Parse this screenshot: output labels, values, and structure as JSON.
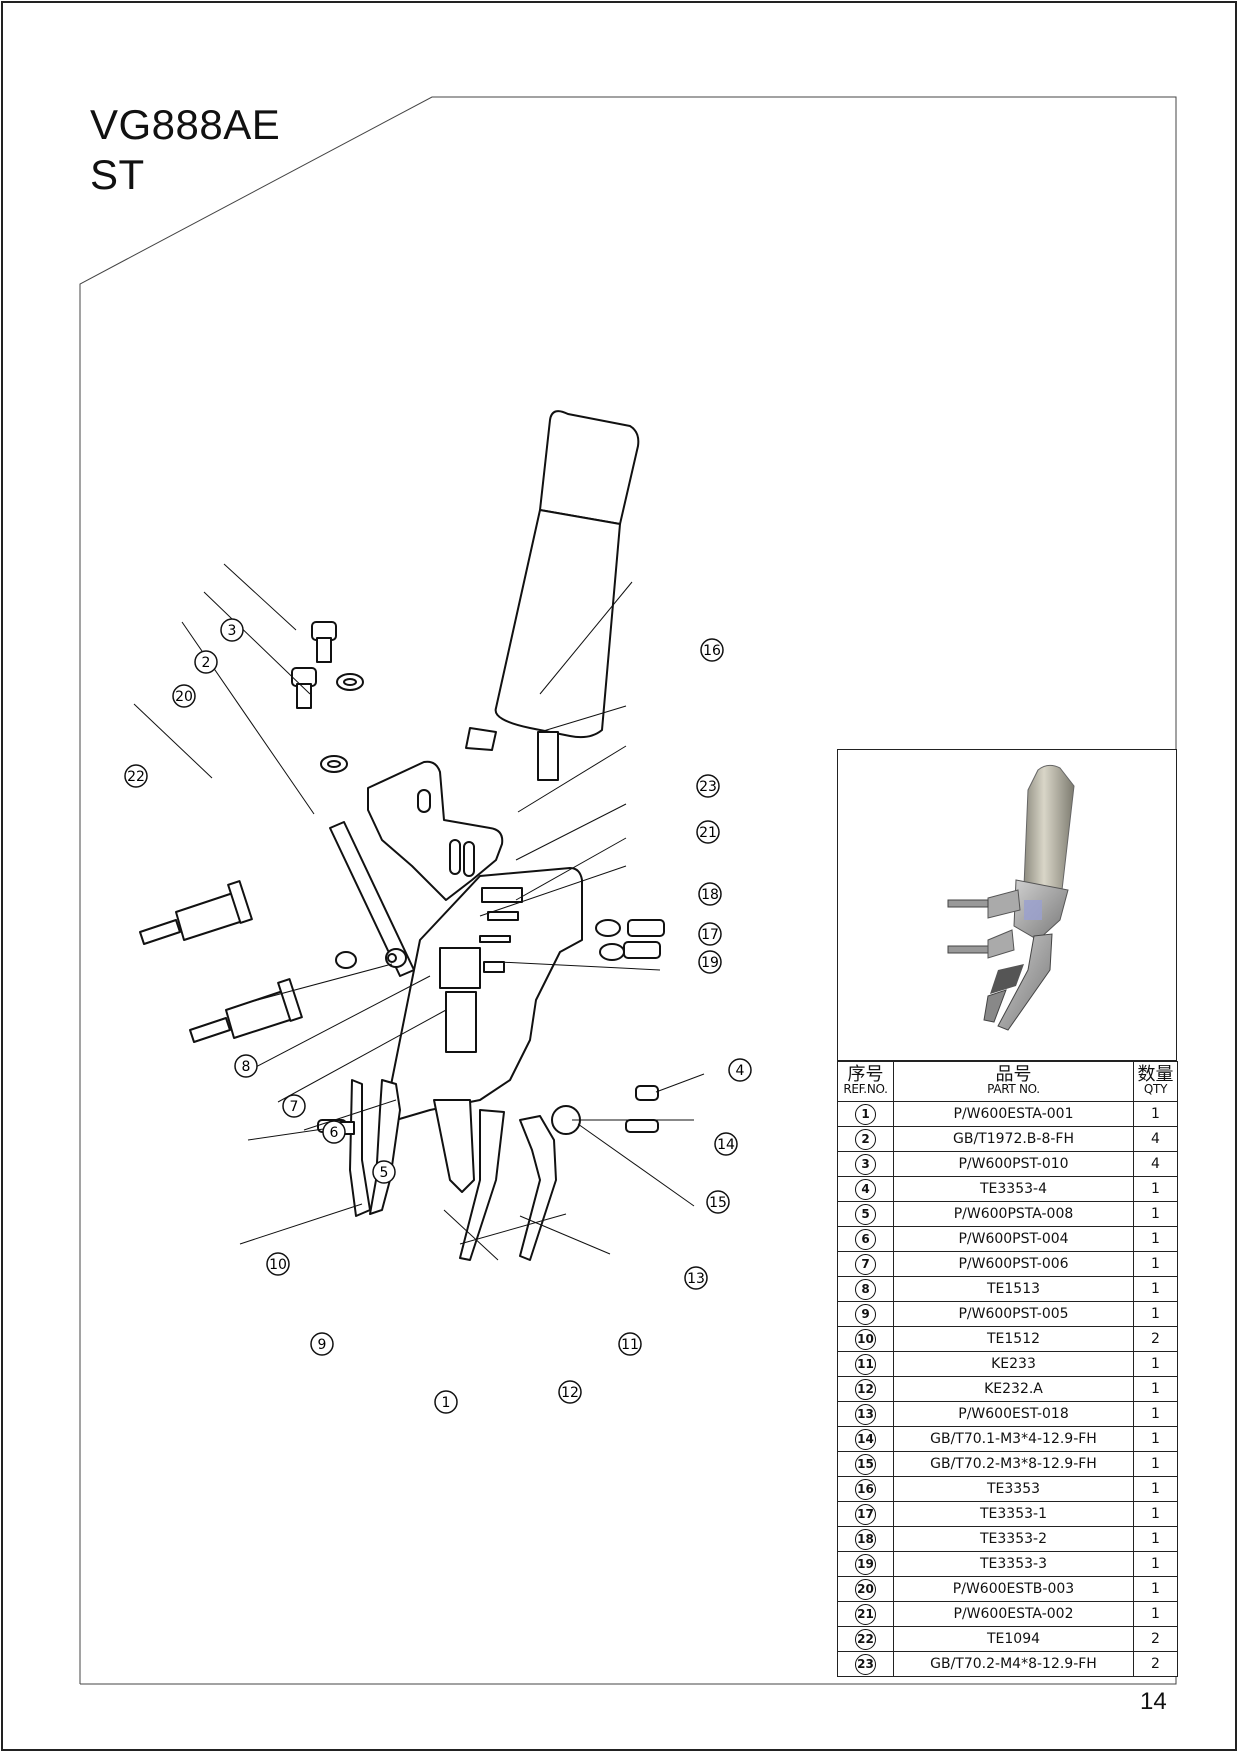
{
  "header": {
    "model": "VG888AE",
    "variant": "ST"
  },
  "table": {
    "headers": {
      "ref": {
        "zh": "序号",
        "en": "REF.NO."
      },
      "part": {
        "zh": "品号",
        "en": "PART NO."
      },
      "qty": {
        "zh": "数量",
        "en": "QTY"
      }
    },
    "rows": [
      {
        "ref": "1",
        "part": "P/W600ESTA-001",
        "qty": "1"
      },
      {
        "ref": "2",
        "part": "GB/T1972.B-8-FH",
        "qty": "4"
      },
      {
        "ref": "3",
        "part": "P/W600PST-010",
        "qty": "4"
      },
      {
        "ref": "4",
        "part": "TE3353-4",
        "qty": "1"
      },
      {
        "ref": "5",
        "part": "P/W600PSTA-008",
        "qty": "1"
      },
      {
        "ref": "6",
        "part": "P/W600PST-004",
        "qty": "1"
      },
      {
        "ref": "7",
        "part": "P/W600PST-006",
        "qty": "1"
      },
      {
        "ref": "8",
        "part": "TE1513",
        "qty": "1"
      },
      {
        "ref": "9",
        "part": "P/W600PST-005",
        "qty": "1"
      },
      {
        "ref": "10",
        "part": "TE1512",
        "qty": "2"
      },
      {
        "ref": "11",
        "part": "KE233",
        "qty": "1"
      },
      {
        "ref": "12",
        "part": "KE232.A",
        "qty": "1"
      },
      {
        "ref": "13",
        "part": "P/W600EST-018",
        "qty": "1"
      },
      {
        "ref": "14",
        "part": "GB/T70.1-M3*4-12.9-FH",
        "qty": "1"
      },
      {
        "ref": "15",
        "part": "GB/T70.2-M3*8-12.9-FH",
        "qty": "1"
      },
      {
        "ref": "16",
        "part": "TE3353",
        "qty": "1"
      },
      {
        "ref": "17",
        "part": "TE3353-1",
        "qty": "1"
      },
      {
        "ref": "18",
        "part": "TE3353-2",
        "qty": "1"
      },
      {
        "ref": "19",
        "part": "TE3353-3",
        "qty": "1"
      },
      {
        "ref": "20",
        "part": "P/W600ESTB-003",
        "qty": "1"
      },
      {
        "ref": "21",
        "part": "P/W600ESTA-002",
        "qty": "1"
      },
      {
        "ref": "22",
        "part": "TE1094",
        "qty": "2"
      },
      {
        "ref": "23",
        "part": "GB/T70.2-M4*8-12.9-FH",
        "qty": "2"
      }
    ]
  },
  "callouts": [
    "1",
    "2",
    "3",
    "4",
    "5",
    "6",
    "7",
    "8",
    "9",
    "10",
    "11",
    "12",
    "13",
    "14",
    "15",
    "16",
    "17",
    "18",
    "19",
    "20",
    "21",
    "22",
    "23"
  ],
  "page_number": "14"
}
